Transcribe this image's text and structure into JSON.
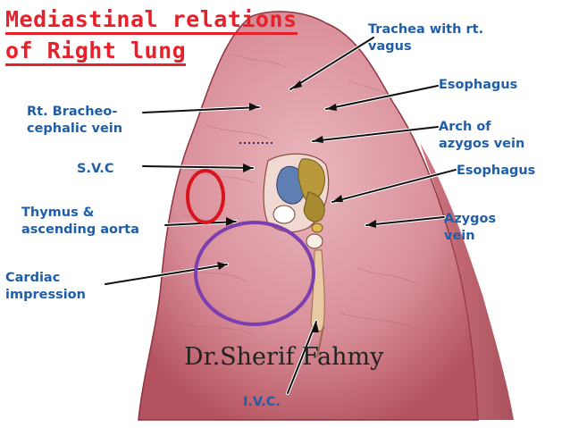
{
  "title": {
    "line1": "Mediastinal relations",
    "line2": "of Right lung"
  },
  "labels": {
    "trachea": "Trachea with rt.\nvagus",
    "esophagus_top": "Esophagus",
    "bracheo": "Rt. Bracheo-\ncephalic vein",
    "arch_azygos": "Arch of\nazygos vein",
    "svc": "S.V.C",
    "esophagus_mid": "Esophagus",
    "thymus": "Thymus &\nascending aorta",
    "azygos_vein": "Azygos\nvein",
    "cardiac": "Cardiac\nimpression",
    "ivc": "I.V.C."
  },
  "watermark": "Dr.Sherif Fahmy",
  "colors": {
    "title": "#e8202a",
    "label": "#1f5ea8",
    "lung": "#d88a96",
    "circle_thymus": "#d8141c",
    "circle_cardiac": "#7b3fb0"
  }
}
